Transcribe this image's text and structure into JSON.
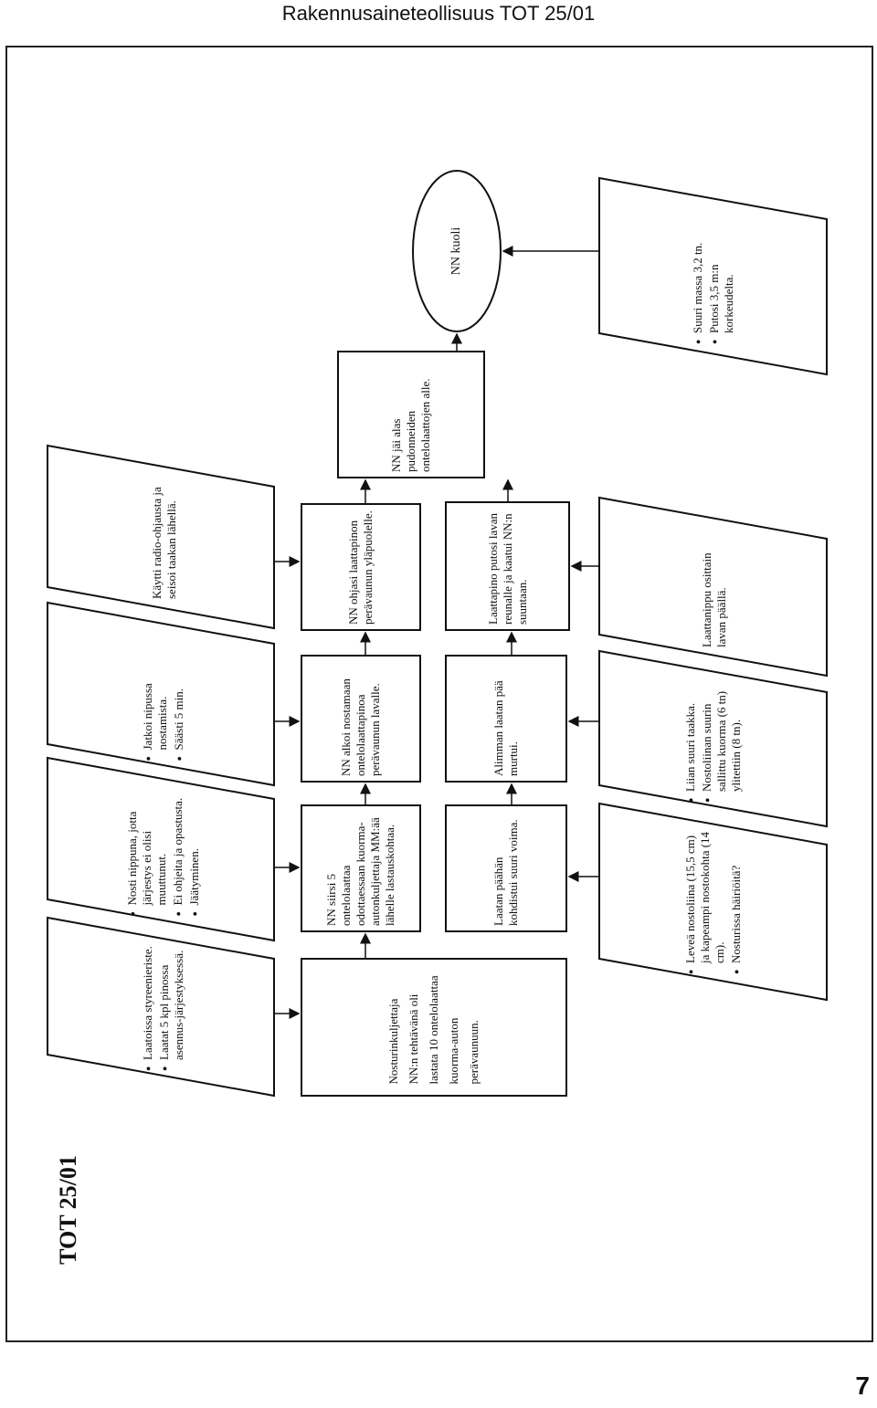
{
  "header": {
    "title": "Rakennusaineteollisuus TOT 25/01"
  },
  "side_tag": "TOT 25/01",
  "page_number": "7",
  "boxes": {
    "a1": {
      "items": [
        "Laatoissa styreenieriste.",
        "Laatat 5 kpl pinossa asennus-järjestyksessä."
      ]
    },
    "a2": {
      "items": [
        "Nosti nippuna, jotta järjestys ei olisi muuttunut.",
        "Ei ohjeita ja opastusta.",
        "Jäätyminen."
      ]
    },
    "a3": {
      "items": [
        "Jatkoi nipussa nostamista.",
        "Säästi 5 min."
      ]
    },
    "a4": {
      "text": "Käytti radio-ohjausta ja seisoi taakan lähellä."
    },
    "b1": {
      "text": "Nosturinkuljettaja NN:n tehtävänä oli lastata 10 ontelolaattaa kuorma-auton perävaunuun."
    },
    "b2": {
      "text": "NN siirsi 5 ontelolaattaa odottaessaan kuorma-autonkuljettaja MM:ää lähelle lastauskohtaa."
    },
    "b3": {
      "text": "NN alkoi nostamaan ontelolaattapinoa perävaunun lavalle."
    },
    "b4": {
      "text": "NN ohjasi laattapinon perävaunun yläpuolelle."
    },
    "b5": {
      "text": "NN jäi alas pudonneiden ontelolaattojen alle."
    },
    "c1": {
      "text": "Laatan päähän kohdistui suuri voima."
    },
    "c2": {
      "text": "Alimman laatan pää murtui."
    },
    "c3": {
      "text": "Laattapino putosi lavan reunalle ja kaatui NN:n suuntaan."
    },
    "death": {
      "text": "NN kuoli"
    },
    "d1": {
      "items": [
        "Leveä nostoliina (15,5 cm) ja kapeampi nostokohta (14 cm).",
        "Nosturissa häiriöitä?"
      ]
    },
    "d2": {
      "items": [
        "Liian suuri taakka.",
        "Nostoliinan suurin sallittu kuorma (6 tn) ylitettiin (8 tn)."
      ]
    },
    "d3": {
      "text": "Laattanippu osittain lavan päällä."
    },
    "d4": {
      "items": [
        "Suuri massa 3,2 tn.",
        "Putosi 3,5 m:n korkeudelta."
      ]
    }
  }
}
